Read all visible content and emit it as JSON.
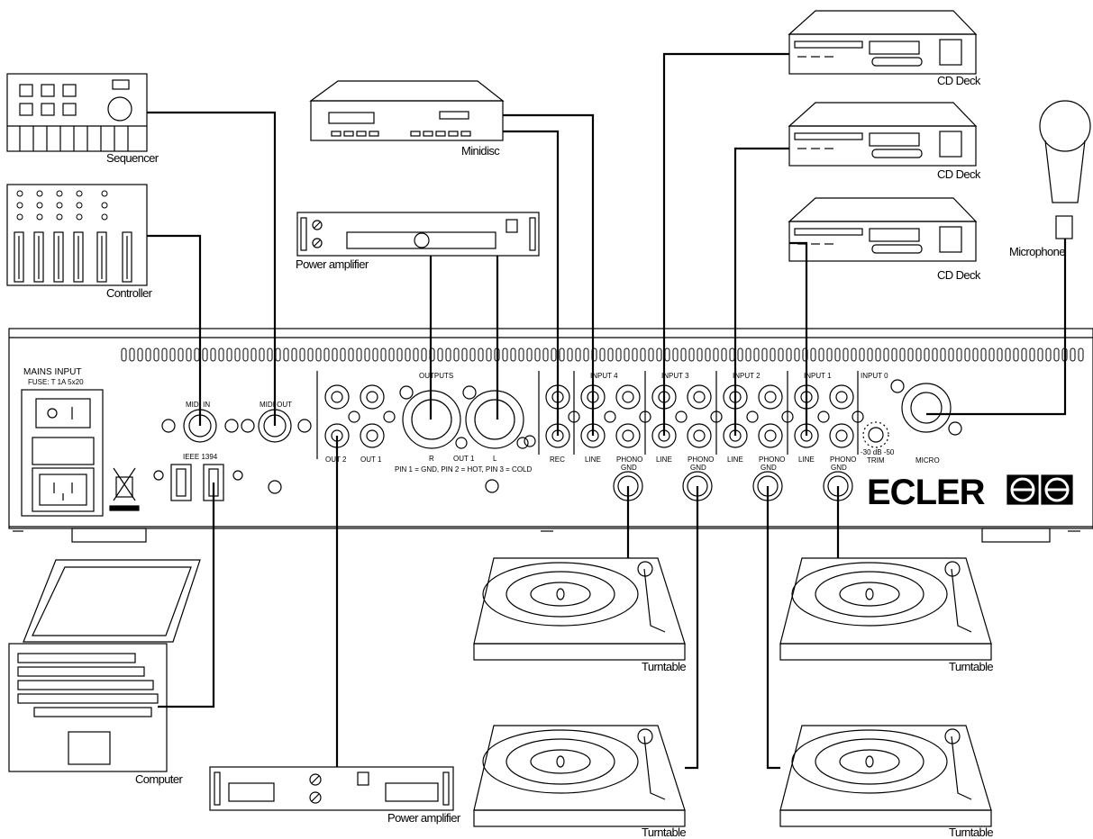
{
  "devices": {
    "sequencer": "Sequencer",
    "controller": "Controller",
    "minidisc": "Minidisc",
    "power_amp_top": "Power amplifier",
    "power_amp_bottom": "Power amplifier",
    "cd_deck_1": "CD Deck",
    "cd_deck_2": "CD Deck",
    "cd_deck_3": "CD Deck",
    "microphone": "Microphone",
    "computer": "Computer",
    "turntable_1": "Turntable",
    "turntable_2": "Turntable",
    "turntable_3": "Turntable",
    "turntable_4": "Turntable"
  },
  "panel": {
    "mains_title": "MAINS INPUT",
    "fuse": "FUSE: T 1A 5x20",
    "midi_in": "MIDI IN",
    "midi_out": "MIDI OUT",
    "ieee": "IEEE 1394",
    "outputs": "OUTPUTS",
    "out2": "OUT 2",
    "out1_rca": "OUT 1",
    "xlr_r": "R",
    "out1_xlr": "OUT 1",
    "xlr_l": "L",
    "pin_note": "PIN 1 = GND, PIN 2 = HOT, PIN 3 = COLD",
    "rec": "REC",
    "input4": "INPUT 4",
    "input3": "INPUT 3",
    "input2": "INPUT 2",
    "input1": "INPUT 1",
    "input0": "INPUT 0",
    "line": "LINE",
    "phono": "PHONO",
    "gnd": "GND",
    "trim": "TRIM",
    "micro": "MICRO",
    "db_scale": "-30  dB  -50",
    "brand": "ECLER"
  }
}
